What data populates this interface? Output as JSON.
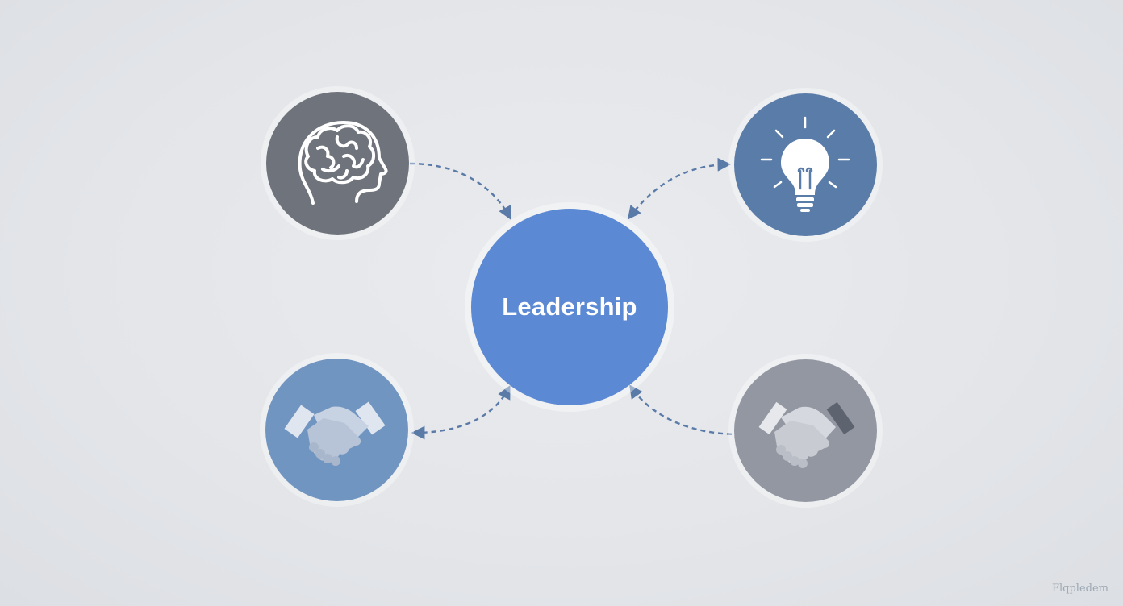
{
  "diagram": {
    "center_label": "Leadership",
    "watermark": "Flqpledem",
    "nodes": [
      {
        "id": "brain",
        "icon": "brain-head-icon",
        "color": "#6f737b"
      },
      {
        "id": "idea",
        "icon": "lightbulb-icon",
        "color": "#5a7ca8"
      },
      {
        "id": "handshake-left",
        "icon": "handshake-icon",
        "color": "#7195c1"
      },
      {
        "id": "handshake-right",
        "icon": "handshake-icon",
        "color": "#9397a1"
      }
    ],
    "center_color": "#5b89d3",
    "connector_color": "#5a7aa8",
    "connectors": [
      {
        "from": "brain",
        "to": "center",
        "arrowheads": "end"
      },
      {
        "from": "center",
        "to": "idea",
        "arrowheads": "both"
      },
      {
        "from": "center",
        "to": "handshake-left",
        "arrowheads": "both"
      },
      {
        "from": "handshake-right",
        "to": "center",
        "arrowheads": "end"
      }
    ]
  }
}
